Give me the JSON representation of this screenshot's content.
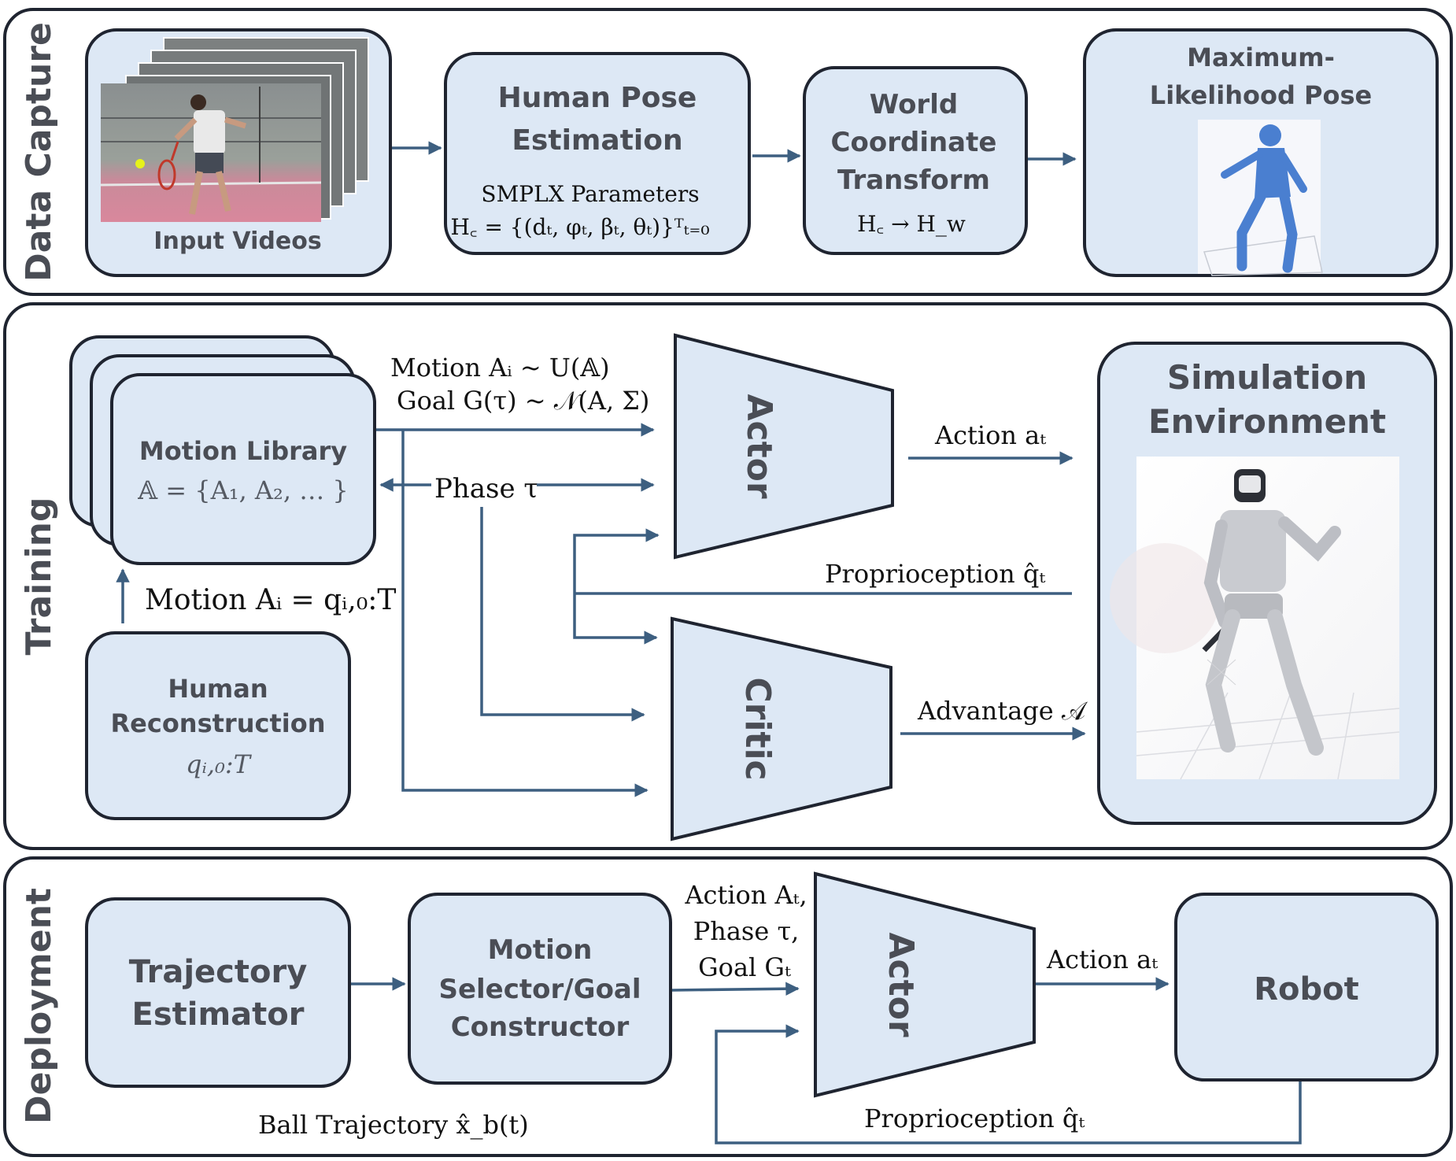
{
  "sections": {
    "data_capture": "Data Capture",
    "training": "Training",
    "deployment": "Deployment"
  },
  "data_capture": {
    "input_videos": "Input Videos",
    "pose_title_1": "Human Pose",
    "pose_title_2": "Estimation",
    "pose_params": "SMPLX Parameters",
    "pose_formula": "H꜀ = {(dₜ, φₜ, βₜ, θₜ)}ᵀₜ₌₀",
    "world_1": "World",
    "world_2": "Coordinate",
    "world_3": "Transform",
    "world_formula": "H꜀ → H_w",
    "ml_1": "Maximum-",
    "ml_2": "Likelihood Pose"
  },
  "training": {
    "lib_title": "Motion Library",
    "lib_formula": "𝔸 = {A₁, A₂, … }",
    "motion_sample": "Motion Aᵢ ~ U(𝔸)",
    "goal_sample": "Goal G(τ) ~ 𝒩(A, Σ)",
    "phase": "Phase τ",
    "actor": "Actor",
    "critic": "Critic",
    "action": "Action aₜ",
    "proprio": "Proprioception q̂ₜ",
    "advantage": "Advantage 𝒜",
    "motion_def": "Motion Aᵢ = qᵢ,₀:T",
    "recon_1": "Human",
    "recon_2": "Reconstruction",
    "recon_formula": "qᵢ,₀:T",
    "sim_1": "Simulation",
    "sim_2": "Environment"
  },
  "deployment": {
    "traj_1": "Trajectory",
    "traj_2": "Estimator",
    "sel_1": "Motion",
    "sel_2": "Selector/Goal",
    "sel_3": "Constructor",
    "in_1": "Action Aₜ,",
    "in_2": "Phase τ,",
    "in_3": "Goal Gₜ",
    "actor": "Actor",
    "action": "Action aₜ",
    "robot": "Robot",
    "ball": "Ball Trajectory x̂_b(t)",
    "proprio": "Proprioception q̂ₜ"
  },
  "colors": {
    "box_fill": "#dde8f5",
    "arrow": "#3d5f80",
    "outline": "#1f2430"
  }
}
